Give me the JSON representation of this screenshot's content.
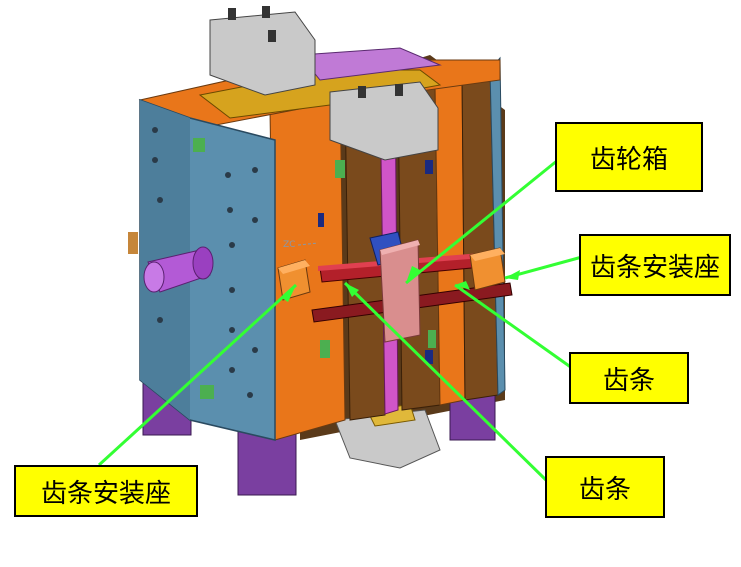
{
  "labels": {
    "gearbox": "齿轮箱",
    "rack_mount_right": "齿条安装座",
    "rack_right": "齿条",
    "rack_bottom": "齿条",
    "rack_mount_left": "齿条安装座"
  },
  "colors": {
    "callout_fill": "#ffff00",
    "leader_line": "#33ff33",
    "mold_plate_blue": "#5b8fae",
    "plate_orange": "#e9761a",
    "plate_brown": "#7a4a1c",
    "rack_red": "#b3202a",
    "gearbox_pink": "#d98e8e",
    "support_purple": "#7a3fa0",
    "block_gray": "#c9c9c9"
  },
  "axis_marker": "ZC"
}
